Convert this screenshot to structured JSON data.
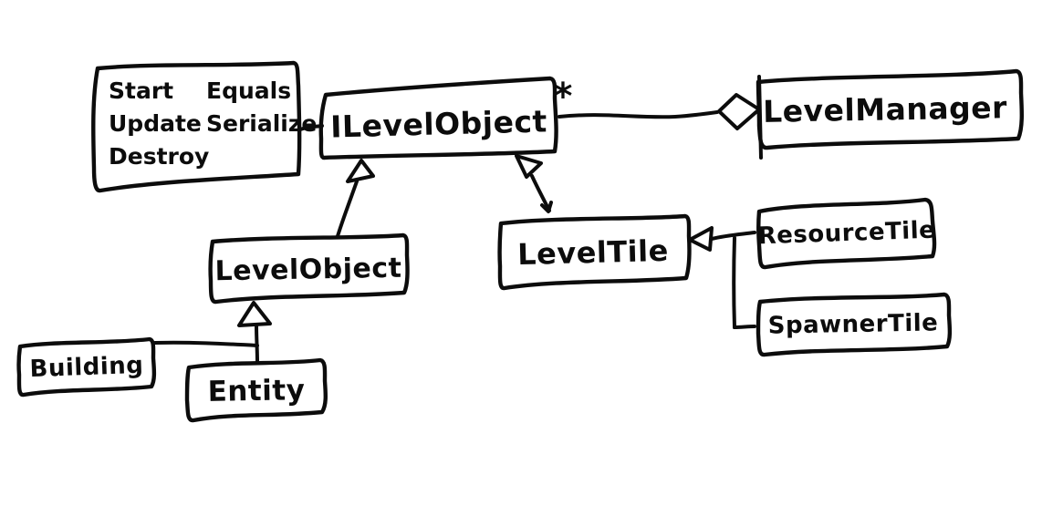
{
  "diagram": {
    "colors": {
      "ink": "#0c0c0c",
      "background": "#ffffff"
    },
    "note_box": {
      "column1": [
        "Start",
        "Update",
        "Destroy"
      ],
      "column2": [
        "Equals",
        "Serialize"
      ]
    },
    "classes": {
      "ilevelobject": "ILevelObject",
      "levelmanager": "LevelManager",
      "levelobject": "LevelObject",
      "leveltile": "LevelTile",
      "resourcetile": "ResourceTile",
      "spawnertile": "SpawnerTile",
      "building": "Building",
      "entity": "Entity"
    },
    "annotations": {
      "multiplicity": "*"
    }
  }
}
